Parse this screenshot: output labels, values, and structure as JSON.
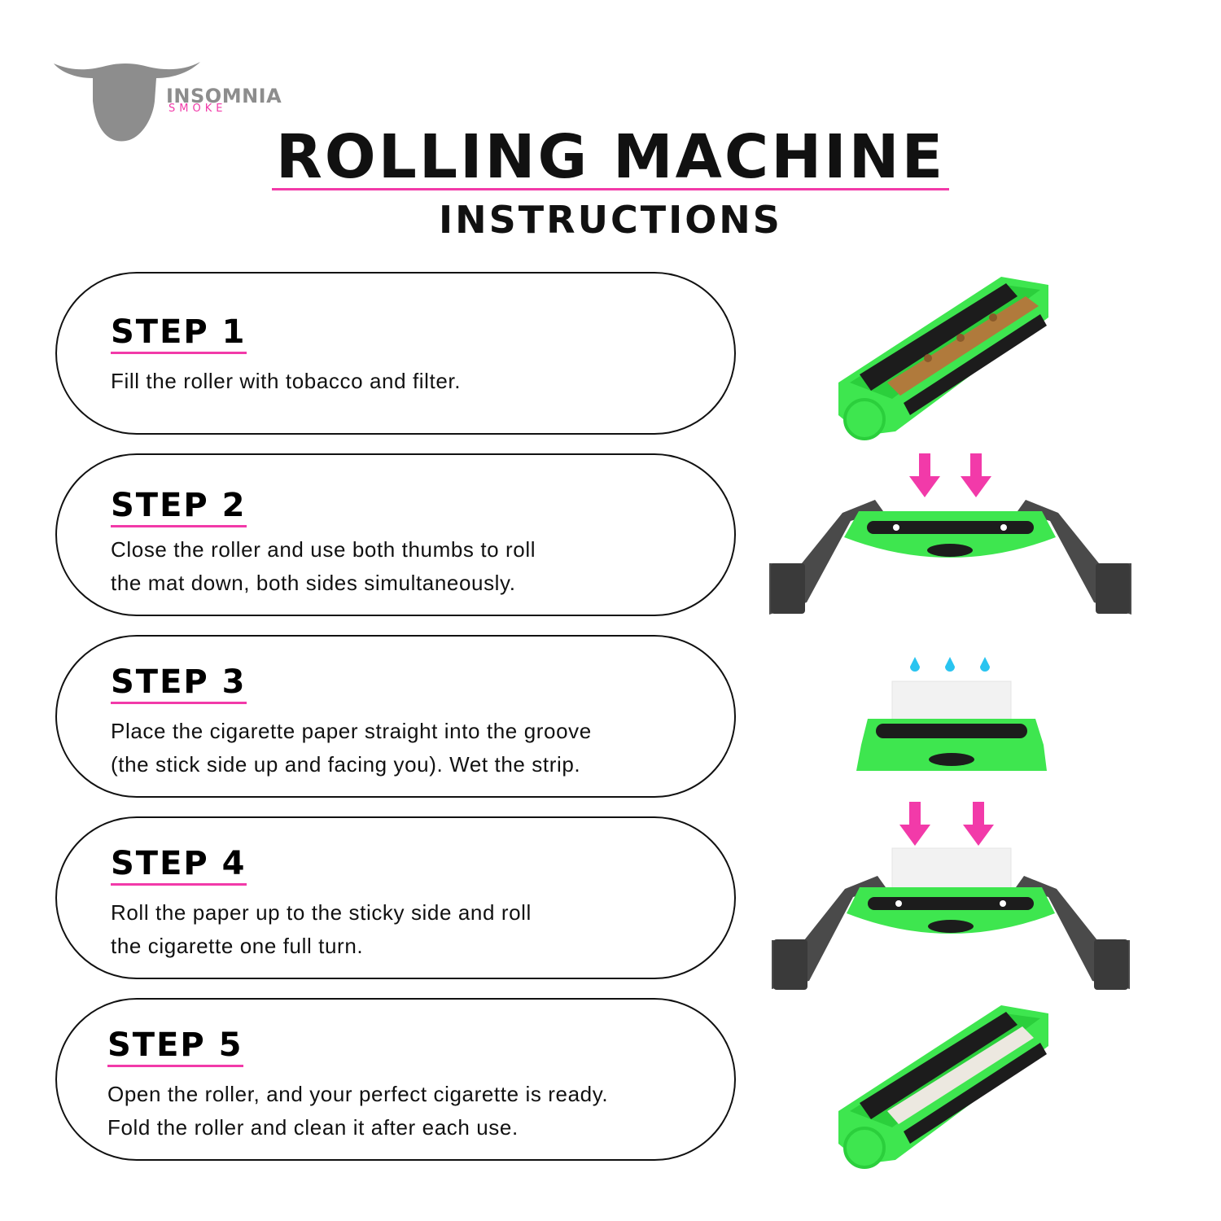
{
  "brand": {
    "name": "INSOMNIA",
    "sub": "SMOKE"
  },
  "header": {
    "title": "ROLLING MACHINE",
    "subtitle": "INSTRUCTIONS"
  },
  "steps": [
    {
      "title": "STEP 1",
      "lines": [
        "Fill the roller with tobacco and filter."
      ]
    },
    {
      "title": "STEP 2",
      "lines": [
        "Close the roller and use both thumbs to roll",
        "the mat down, both sides simultaneously."
      ]
    },
    {
      "title": "STEP 3",
      "lines": [
        "Place the cigarette paper straight into the groove",
        "(the stick side up and facing you). Wet the strip."
      ]
    },
    {
      "title": "STEP 4",
      "lines": [
        "Roll the paper up to the sticky side and roll",
        "the cigarette one full turn."
      ]
    },
    {
      "title": "STEP 5",
      "lines": [
        "Open the roller, and your perfect cigarette is ready.",
        "Fold the roller and clean it after each use."
      ]
    }
  ],
  "colors": {
    "accent": "#f23aa9",
    "roller_green": "#3ee64f",
    "roller_black": "#1c1c1c",
    "thumb_gray": "#4a4a4a",
    "water_drop": "#29c4f0",
    "logo_gray": "#8d8d8d"
  }
}
